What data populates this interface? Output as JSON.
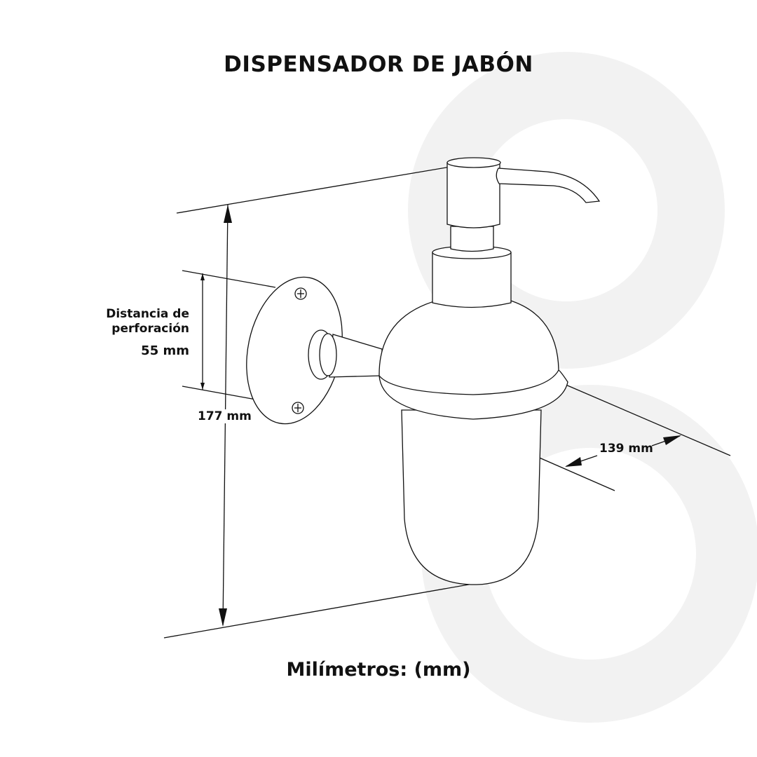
{
  "title": "DISPENSADOR DE JABÓN",
  "drill_distance": {
    "label_line1": "Distancia de",
    "label_line2": "perforación",
    "value": "55 mm"
  },
  "height_dimension": "177 mm",
  "depth_dimension": "139 mm",
  "units_label": "Milímetros: (mm)",
  "colors": {
    "watermark": "#f2f2f2",
    "line": "#111111"
  }
}
